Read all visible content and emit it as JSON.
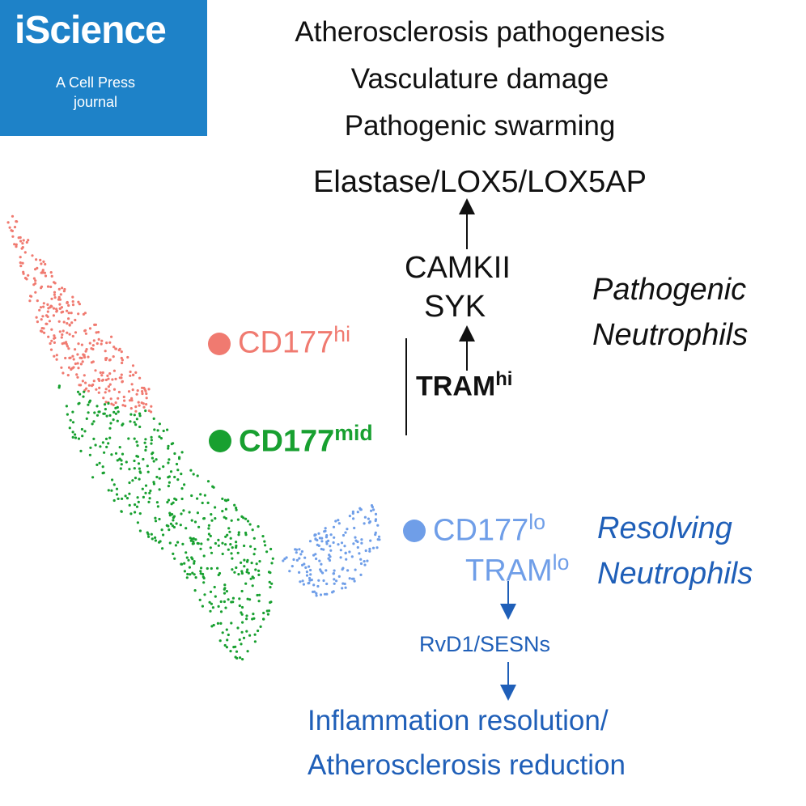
{
  "logo": {
    "brand": "iScience",
    "subtitle_line1": "A Cell Press",
    "subtitle_line2": "journal"
  },
  "outcomes": [
    "Atherosclerosis pathogenesis",
    "Vasculature damage",
    "Pathogenic swarming"
  ],
  "mediators": "Elastase/LOX5/LOX5AP",
  "kinases": [
    "CAMKII",
    "SYK"
  ],
  "tram_hi": {
    "base": "TRAM",
    "sup": "hi"
  },
  "pathogenic_label": [
    "Pathogenic",
    "Neutrophils"
  ],
  "populations": [
    {
      "base": "CD177",
      "sup": "hi",
      "color": "#f07a70"
    },
    {
      "base": "CD177",
      "sup": "mid",
      "color": "#18a030"
    },
    {
      "base": "CD177",
      "sup": "lo",
      "color": "#6f9ee8"
    }
  ],
  "tram_lo": {
    "base": "TRAM",
    "sup": "lo"
  },
  "resolving_label": [
    "Resolving",
    "Neutrophils"
  ],
  "resolving_mediators": "RvD1/SESNs",
  "resolution": [
    "Inflammation resolution/",
    "Atherosclerosis reduction"
  ],
  "colors": {
    "logo_bg": "#1e82c8",
    "hi": "#f07a70",
    "mid": "#18a030",
    "lo": "#6f9ee8",
    "resolving_text": "#1f5fb8"
  }
}
